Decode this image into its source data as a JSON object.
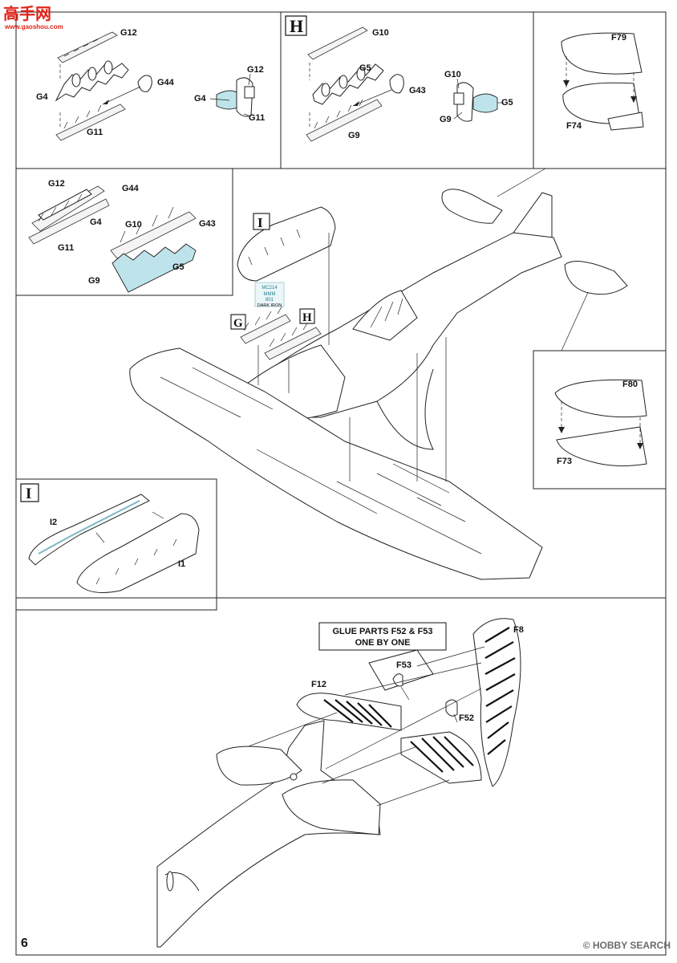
{
  "watermark_top": {
    "logo_text": "高手网",
    "url": "www.gaoshou.com"
  },
  "watermark_bottom": "© HOBBY SEARCH",
  "page_number": "6",
  "callout_note": [
    "GLUE PARTS F52 & F53",
    "ONE BY ONE"
  ],
  "paint_tag": [
    "MC214",
    "MMM",
    "801",
    "DARK IRON"
  ],
  "section_letters": {
    "H": "H",
    "I": "I",
    "G": "G"
  },
  "parts": {
    "G12": "G12",
    "G4": "G4",
    "G44": "G44",
    "G11": "G11",
    "G10": "G10",
    "G5": "G5",
    "G43": "G43",
    "G9": "G9",
    "F79": "F79",
    "F74": "F74",
    "F80": "F80",
    "F73": "F73",
    "I1": "I1",
    "I2": "I2",
    "F8": "F8",
    "F12": "F12",
    "F53": "F53",
    "F52": "F52"
  }
}
